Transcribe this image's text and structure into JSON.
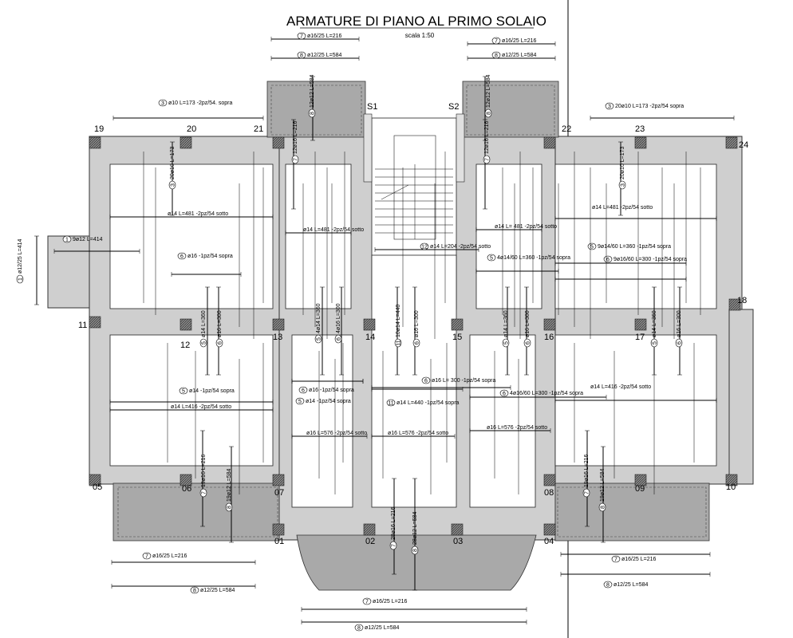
{
  "title": "ARMATURE DI PIANO AL PRIMO SOLAIO",
  "scale": "scala 1:50",
  "stair_labels": [
    "S1",
    "S2"
  ],
  "column_labels": [
    {
      "id": "19"
    },
    {
      "id": "20"
    },
    {
      "id": "21"
    },
    {
      "id": "22"
    },
    {
      "id": "23"
    },
    {
      "id": "24"
    },
    {
      "id": "11"
    },
    {
      "id": "12"
    },
    {
      "id": "13"
    },
    {
      "id": "14"
    },
    {
      "id": "15"
    },
    {
      "id": "16"
    },
    {
      "id": "17"
    },
    {
      "id": "18"
    },
    {
      "id": "05"
    },
    {
      "id": "06"
    },
    {
      "id": "07"
    },
    {
      "id": "08"
    },
    {
      "id": "09"
    },
    {
      "id": "10"
    },
    {
      "id": "01"
    },
    {
      "id": "02"
    },
    {
      "id": "03"
    },
    {
      "id": "04"
    }
  ],
  "rebar_horizontal": [
    {
      "mark": "7",
      "text": "ø16/25 L=216"
    },
    {
      "mark": "8",
      "text": "ø12/25 L=584"
    },
    {
      "mark": "7",
      "text": "ø16/25 L=216"
    },
    {
      "mark": "8",
      "text": "ø12/25 L=584"
    },
    {
      "mark": "3",
      "text": "ø10 L=173 -2pz/54. sopra"
    },
    {
      "mark": "3",
      "text": "20ø10 L=173 -2pz/54 sopra"
    },
    {
      "mark": "1",
      "text": "9ø12 L=414"
    },
    {
      "mark": "",
      "text": "ø14 L=481 -2pz/54 sotto"
    },
    {
      "mark": "",
      "text": "ø14 L=481 -2pz/54 sotto"
    },
    {
      "mark": "",
      "text": "ø14 L= 481 -2pz/54 sotto"
    },
    {
      "mark": "",
      "text": "ø14 L=481 -2pz/54 sotto"
    },
    {
      "mark": "6",
      "text": "ø16 -1pz/54 sopra"
    },
    {
      "mark": "12",
      "text": "ø14 L=204 -2pz/54 sotto"
    },
    {
      "mark": "5",
      "text": "4ø14/60 L=360 -1pz/54 sopra"
    },
    {
      "mark": "5",
      "text": "9ø14/60 L=360 -1pz/54 sopra"
    },
    {
      "mark": "6",
      "text": "9ø16/60 L=300 -1pz/54 sopra"
    },
    {
      "mark": "5",
      "text": "ø14 -1pz/54 sopra"
    },
    {
      "mark": "",
      "text": "ø14 L=416 -2pz/54 sotto"
    },
    {
      "mark": "6",
      "text": "ø16 -1pz/54 sopra"
    },
    {
      "mark": "5",
      "text": "ø14 -1pz/54 sopra"
    },
    {
      "mark": "6",
      "text": "ø16 L= 300 -1pz/54 sopra"
    },
    {
      "mark": "11",
      "text": "ø14 L=440 -1pz/54 sopra"
    },
    {
      "mark": "6",
      "text": "4ø16/60 L=300 -1pz/54 sopra"
    },
    {
      "mark": "",
      "text": "ø14 L=416 -2pz/54 sotto"
    },
    {
      "mark": "",
      "text": "ø16 L=576 -2pz/54 sotto"
    },
    {
      "mark": "",
      "text": "ø16 L=576 -2pz/54 sotto"
    },
    {
      "mark": "",
      "text": "ø16 L=576 -2pz/54 sotto"
    },
    {
      "mark": "7",
      "text": "ø16/25 L=216"
    },
    {
      "mark": "8",
      "text": "ø12/25 L=584"
    },
    {
      "mark": "7",
      "text": "ø16/25 L=216"
    },
    {
      "mark": "8",
      "text": "ø12/25 L=584"
    },
    {
      "mark": "7",
      "text": "ø16/25 L=216"
    },
    {
      "mark": "8",
      "text": "ø12/25 L=584"
    }
  ],
  "rebar_vertical": [
    {
      "mark": "1",
      "text": "ø12/25 L=414"
    },
    {
      "mark": "8",
      "text": "12ø12 L=584"
    },
    {
      "mark": "7",
      "text": "12ø16 L=216"
    },
    {
      "mark": "3",
      "text": "20ø10 L=173"
    },
    {
      "mark": "7",
      "text": "12ø16 L=216"
    },
    {
      "mark": "8",
      "text": "12ø12 L=584"
    },
    {
      "mark": "3",
      "text": "20ø10 L=173"
    },
    {
      "mark": "5",
      "text": "ø14 L=360"
    },
    {
      "mark": "6",
      "text": "ø16 L=300"
    },
    {
      "mark": "5",
      "text": "4ø14 L=360"
    },
    {
      "mark": "6",
      "text": "4ø16 L=300"
    },
    {
      "mark": "11",
      "text": "10ø14 L=440"
    },
    {
      "mark": "6",
      "text": "ø16 L=300"
    },
    {
      "mark": "5",
      "text": "ø14 L=360"
    },
    {
      "mark": "6",
      "text": "ø16 L=300"
    },
    {
      "mark": "5",
      "text": "ø14 L=360"
    },
    {
      "mark": "6",
      "text": "ø16 L=300"
    },
    {
      "mark": "7",
      "text": "19ø16 L=216"
    },
    {
      "mark": "8",
      "text": "19ø12 L=584"
    },
    {
      "mark": "7",
      "text": "28ø16 L=216"
    },
    {
      "mark": "8",
      "text": "28ø12 L=584"
    },
    {
      "mark": "7",
      "text": "19ø16 L=216"
    },
    {
      "mark": "8",
      "text": "19ø12 L=584"
    }
  ]
}
